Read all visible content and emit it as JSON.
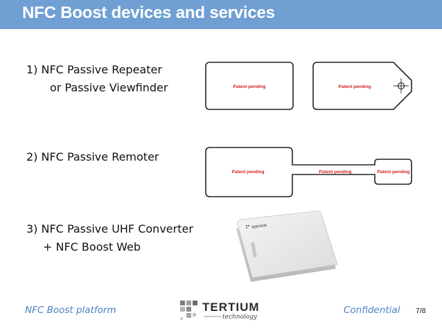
{
  "slide": {
    "title": "NFC Boost devices and services",
    "items": [
      {
        "line1": "1)   NFC Passive Repeater",
        "line2": "or Passive Viewfinder"
      },
      {
        "line1": "2) NFC Passive Remoter"
      },
      {
        "line1": "3) NFC Passive UHF Converter",
        "line2": "+ NFC Boost Web"
      }
    ],
    "patent_label": "Patent pending",
    "footer": {
      "left": "NFC Boost platform",
      "right": "Confidential",
      "page": "7/8"
    },
    "logo": {
      "name": "TERTIUM",
      "sub": "technology"
    },
    "device_label": "TERTIUM"
  },
  "colors": {
    "title_bar": "#6f9fd3",
    "footer_text": "#4a7fc1",
    "patent_text": "#d42020"
  }
}
